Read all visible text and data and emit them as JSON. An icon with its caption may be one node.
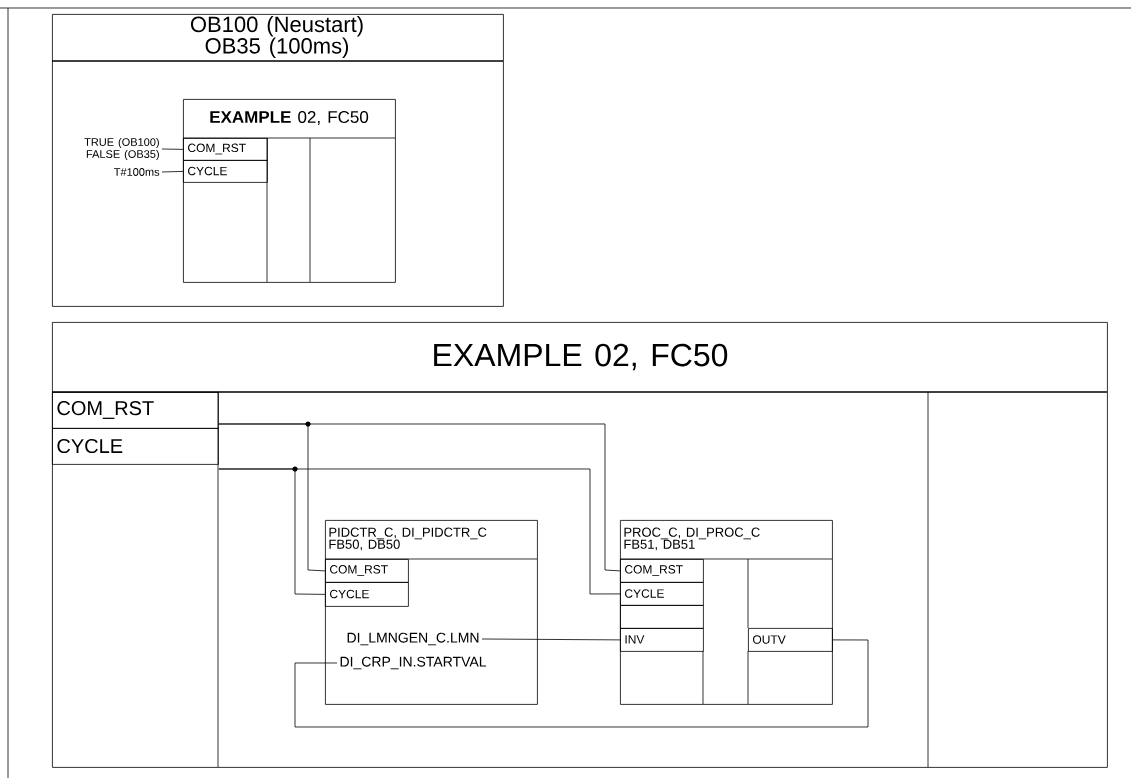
{
  "diagram": {
    "nodes": [
      {
        "text": [
          "OB100 (Neustart) OB35 (100ms)"
        ]
      },
      {
        "text": [
          "**EXAMPLE** 02, FC50"
        ],
        "in": 0
      },
      {
        "text": [
          "COM_RST"
        ],
        "in": 1
      },
      {
        "text": [
          "CYCLE"
        ],
        "in": 1
      },
      {
        "text": [
          "TRUE (OB100) FALSE (OB35)"
        ],
        "in": 0
      },
      {
        "text": [
          "T#100ms"
        ],
        "in": 0
      },
      {
        "text": [
          "EXAMPLE 02, FC50"
        ]
      },
      {
        "text": [
          "COM_RST"
        ],
        "in": 6
      },
      {
        "text": [
          "CYCLE"
        ],
        "in": 6
      },
      {
        "text": [
          "PIDCTR_C, DI_PIDCTR_C FB50, DB50"
        ],
        "in": 6
      },
      {
        "text": [
          "COM_RST"
        ],
        "in": 9
      },
      {
        "text": [
          "CYCLE"
        ],
        "in": 9
      },
      {
        "text": [
          "DI_LMNGEN_C.LMN"
        ],
        "in": 9
      },
      {
        "text": [
          "DI_CRP_IN.STARTVAL"
        ],
        "in": 9
      },
      {
        "text": [
          "PROC_C, DI_PROC_C FB51, DB51"
        ],
        "in": 6
      },
      {
        "text": [
          "COM_RST"
        ],
        "in": 14
      },
      {
        "text": [
          "CYCLE"
        ],
        "in": 14
      },
      {
        "text": [
          "INV"
        ],
        "in": 14
      },
      {
        "text": [
          "OUTV"
        ],
        "in": 14
      },
      {
        "text": [],
        "shape": "box",
        "in": 14
      }
    ],
    "edges": [
      {
        "from": 4,
        "to": 2,
        "arrow": "none"
      },
      {
        "from": 5,
        "to": 3,
        "arrow": "none"
      },
      {
        "from": 7,
        "to": 10,
        "arrow": "none"
      },
      {
        "from": 7,
        "to": 15,
        "arrow": "none"
      },
      {
        "from": 8,
        "to": 11,
        "arrow": "none"
      },
      {
        "from": 8,
        "to": 16,
        "arrow": "none"
      },
      {
        "from": 12,
        "to": 17,
        "arrow": "none"
      },
      {
        "from": 18,
        "to": 13,
        "arrow": "none"
      }
    ]
  }
}
